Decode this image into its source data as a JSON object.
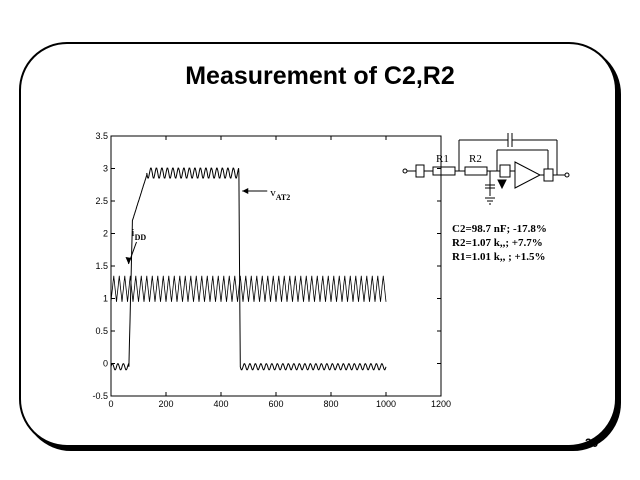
{
  "slide": {
    "title": "Measurement of C2,R2",
    "page_number": "20"
  },
  "results": [
    "C2=98.7 nF; -17.8%",
    "R2=1.07 k,,; +7.7%",
    "R1=1.01 k,, ; +1.5%"
  ],
  "circuit": {
    "r1_label": "R1",
    "r2_label": "R2"
  },
  "chart_data": {
    "type": "line",
    "title": "",
    "xlabel": "",
    "ylabel": "",
    "xlim": [
      0,
      1200
    ],
    "ylim": [
      -0.5,
      3.5
    ],
    "x_ticks": [
      "0",
      "200",
      "400",
      "600",
      "800",
      "1000",
      "1200"
    ],
    "y_ticks": [
      "-0.5",
      "0",
      "0.5",
      "1",
      "1.5",
      "2",
      "2.5",
      "3",
      "3.5"
    ],
    "grid": false,
    "annotations": [
      {
        "text": "v",
        "sub": "AT2",
        "x": 470,
        "y": 2.5
      },
      {
        "text": "i",
        "sub": "DD",
        "x": 220,
        "y": 1.9
      }
    ],
    "series": [
      {
        "description": "vAT2",
        "x_start": 0,
        "x_end": 1000,
        "segments": [
          {
            "x0": 0,
            "x1": 65,
            "level": -0.05,
            "ripple": 0.06
          },
          {
            "x0": 65,
            "x1": 78,
            "level_from": -0.05,
            "level_to": 2.2
          },
          {
            "x0": 78,
            "x1": 130,
            "level_from": 2.2,
            "level_to": 2.9
          },
          {
            "x0": 130,
            "x1": 465,
            "level": 2.93,
            "ripple": 0.1
          },
          {
            "x0": 465,
            "x1": 470,
            "level_from": 2.93,
            "level_to": -0.05
          },
          {
            "x0": 470,
            "x1": 1000,
            "level": -0.05,
            "ripple": 0.06
          }
        ]
      },
      {
        "description": "iDD",
        "x_start": 0,
        "x_end": 1000,
        "level": 1.15,
        "amplitude": 0.2,
        "period": 20
      }
    ]
  }
}
